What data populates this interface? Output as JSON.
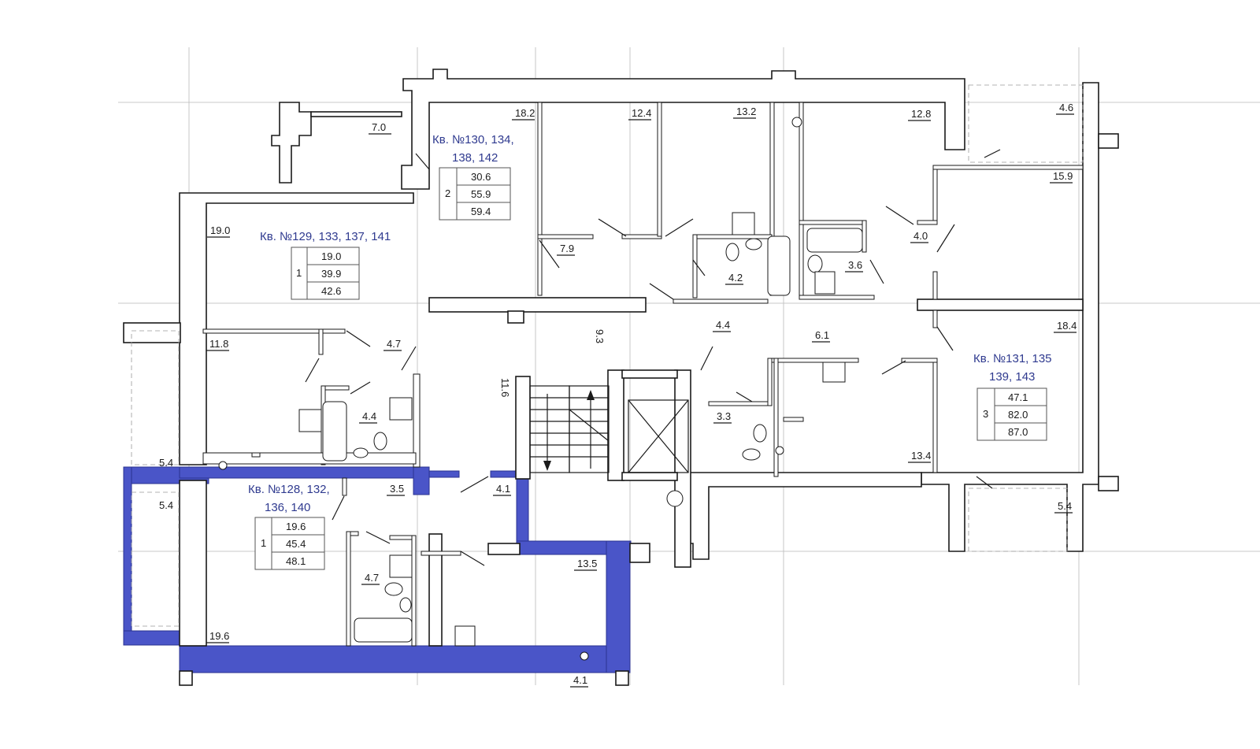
{
  "colors": {
    "highlight": "#4a55c8",
    "title": "#2f3a8f",
    "wall": "#1a1a1a"
  },
  "apartments": [
    {
      "id": "apt-130",
      "title1": "Кв. №130, 134,",
      "title2": "138, 142",
      "rooms": "2",
      "area_living": "30.6",
      "area_total": "55.9",
      "area_full": "59.4"
    },
    {
      "id": "apt-129",
      "title1": "Кв. №129, 133, 137, 141",
      "title2": "",
      "rooms": "1",
      "area_living": "19.0",
      "area_total": "39.9",
      "area_full": "42.6"
    },
    {
      "id": "apt-128",
      "title1": "Кв. №128, 132,",
      "title2": "136, 140",
      "rooms": "1",
      "area_living": "19.6",
      "area_total": "45.4",
      "area_full": "48.1"
    },
    {
      "id": "apt-131",
      "title1": "Кв. №131, 135",
      "title2": "139, 143",
      "rooms": "3",
      "area_living": "47.1",
      "area_total": "82.0",
      "area_full": "87.0"
    }
  ],
  "room_areas": {
    "a1": "7.0",
    "a2": "18.2",
    "a3": "12.4",
    "a4": "13.2",
    "a5": "12.8",
    "a6": "4.6",
    "a7": "15.9",
    "a8": "19.0",
    "a9": "7.9",
    "a10": "4.2",
    "a11": "3.6",
    "a12": "4.0",
    "a13": "11.8",
    "a14": "4.7",
    "a15": "9.3",
    "a16": "4.4",
    "a17": "6.1",
    "a18": "18.4",
    "a19": "4.4",
    "a20": "11.6",
    "a21": "3.3",
    "a22": "13.4",
    "a23": "5.4",
    "a24": "3.5",
    "a25": "4.1",
    "a26": "5.4",
    "a27": "5.4",
    "a28": "4.7",
    "a29": "13.5",
    "a30": "19.6",
    "a31": "4.1"
  }
}
